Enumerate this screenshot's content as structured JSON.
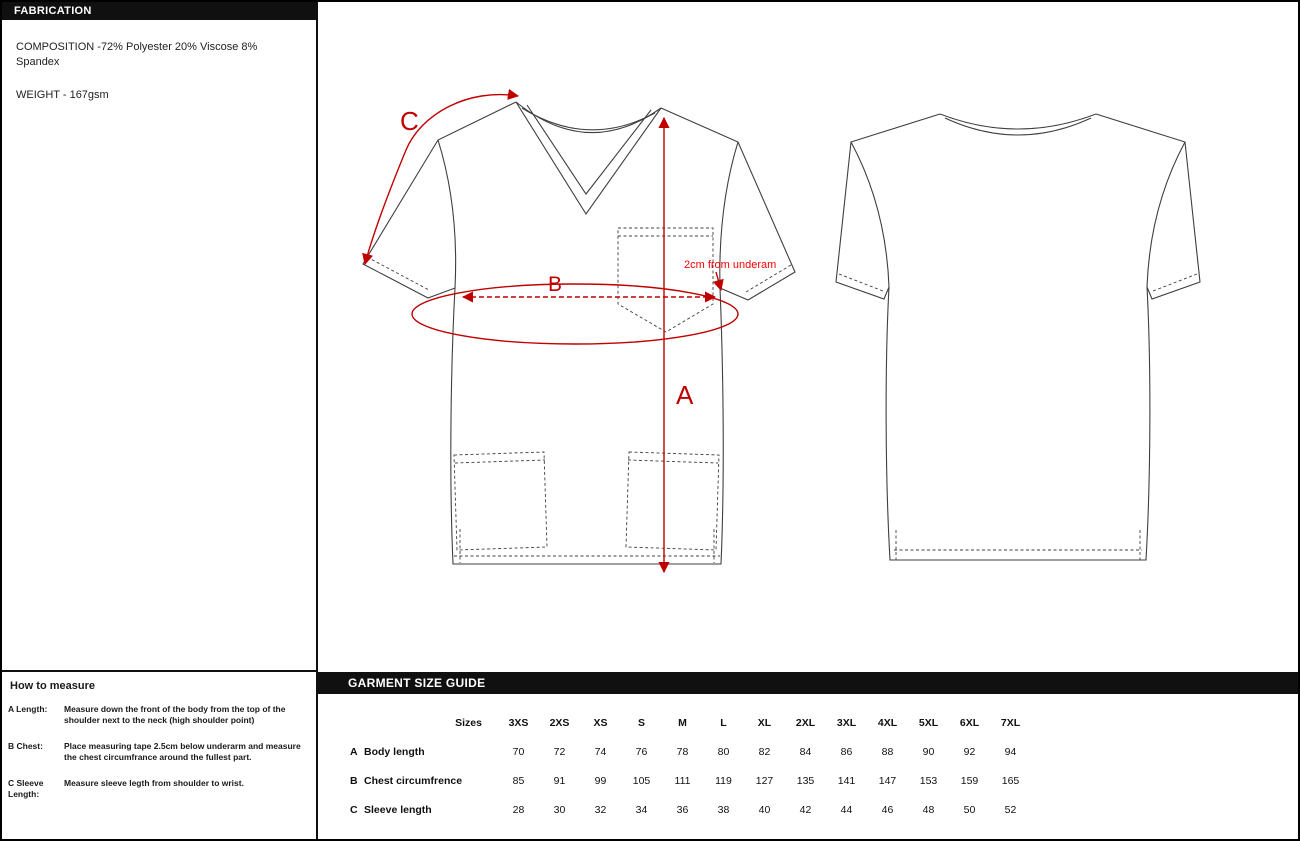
{
  "fabrication": {
    "title": "FABRICATION",
    "composition": "COMPOSITION -72% Polyester 20% Viscose 8% Spandex",
    "weight": "WEIGHT - 167gsm"
  },
  "how_to_measure": {
    "title": "How to measure",
    "items": [
      {
        "key": "A Length:",
        "desc": "Measure down the front of the body from the top of the shoulder next to the neck (high shoulder point)"
      },
      {
        "key": "B Chest:",
        "desc": "Place measuring tape 2.5cm below underarm and measure the chest circumfrance around the fullest part."
      },
      {
        "key": "C Sleeve Length:",
        "desc": "Measure sleeve legth from shoulder to wrist."
      }
    ]
  },
  "annotations": {
    "a_label": "A",
    "b_label": "B",
    "c_label": "C",
    "underarm_note": "2cm from underam",
    "arrow_color": "#c00000",
    "note_color": "#ff0000"
  },
  "size_guide": {
    "title": "GARMENT SIZE GUIDE",
    "header_label": "Sizes",
    "sizes": [
      "3XS",
      "2XS",
      "XS",
      "S",
      "M",
      "L",
      "XL",
      "2XL",
      "3XL",
      "4XL",
      "5XL",
      "6XL",
      "7XL"
    ],
    "rows": [
      {
        "letter": "A",
        "label": "Body length",
        "values": [
          70,
          72,
          74,
          76,
          78,
          80,
          82,
          84,
          86,
          88,
          90,
          92,
          94
        ]
      },
      {
        "letter": "B",
        "label": "Chest circumfrence",
        "values": [
          85,
          91,
          99,
          105,
          111,
          119,
          127,
          135,
          141,
          147,
          153,
          159,
          165
        ]
      },
      {
        "letter": "C",
        "label": "Sleeve length",
        "values": [
          28,
          30,
          32,
          34,
          36,
          38,
          40,
          42,
          44,
          46,
          48,
          50,
          52
        ]
      }
    ]
  }
}
